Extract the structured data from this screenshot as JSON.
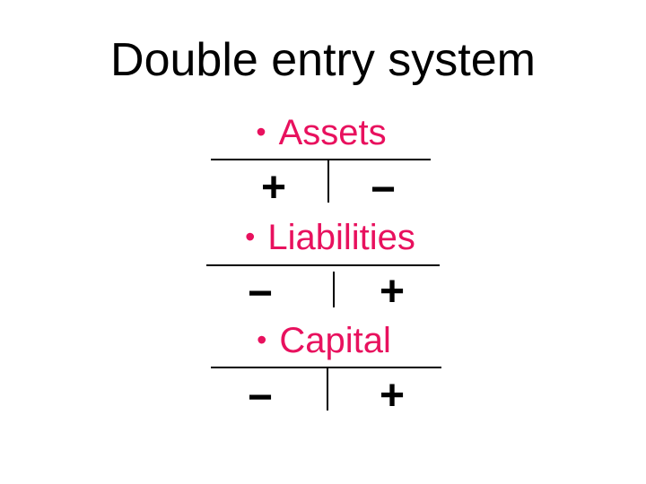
{
  "slide": {
    "title": "Double entry system",
    "bullet_char": "•",
    "colors": {
      "accent_pink": "#e8115e",
      "text_black": "#000000",
      "background": "#ffffff"
    },
    "accounts": [
      {
        "name": "Assets",
        "left_sign": "+",
        "right_sign": "−"
      },
      {
        "name": "Liabilities",
        "left_sign": "−",
        "right_sign": "+"
      },
      {
        "name": "Capital",
        "left_sign": "−",
        "right_sign": "+"
      }
    ]
  }
}
